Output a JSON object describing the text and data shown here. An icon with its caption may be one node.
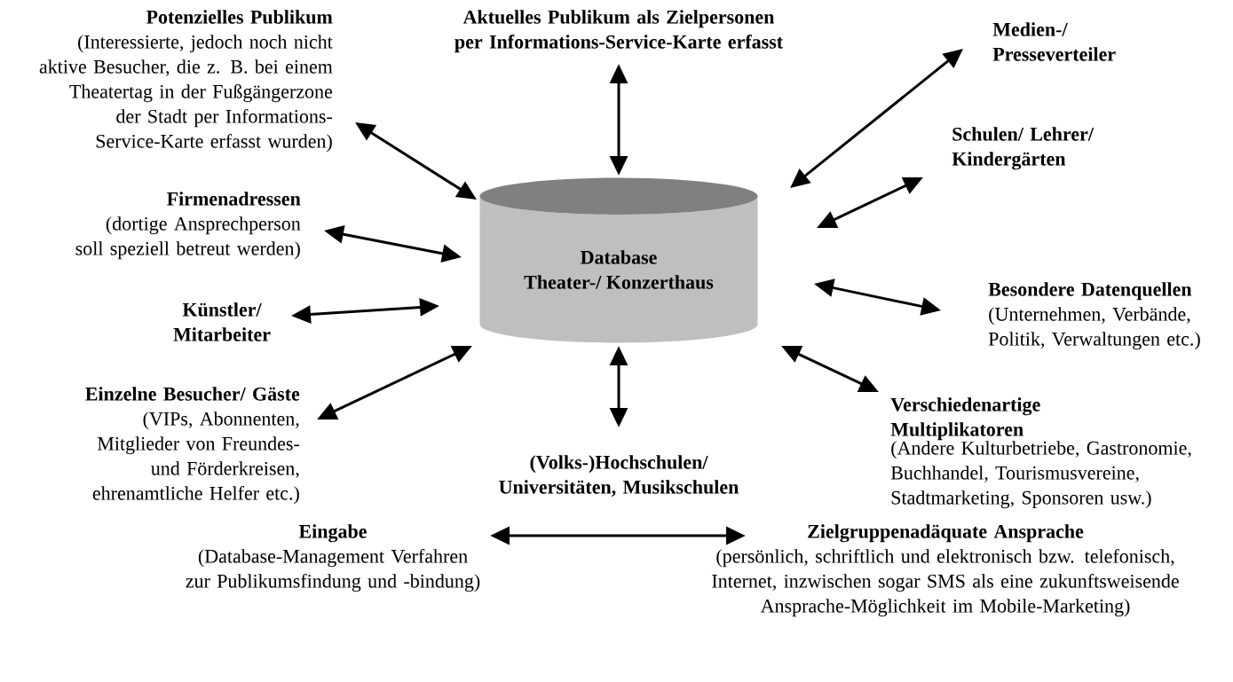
{
  "diagram": {
    "nodes": [
      {
        "text": [
          "Potenzielles Publikum",
          "(Interessierte, jedoch noch nicht aktive Besucher, die z. B. bei einem Theatertag in der Fußgängerzone der Stadt per Informations-Service-Karte erfasst wurden)"
        ]
      },
      {
        "text": [
          "Aktuelles Publikum als Zielpersonen per Informations-Service-Karte erfasst"
        ]
      },
      {
        "text": [
          "Medien-/ Presseverteiler"
        ]
      },
      {
        "text": [
          "Firmenadressen",
          "(dortige Ansprechperson soll speziell betreut werden)"
        ]
      },
      {
        "text": [
          "Database Theater-/ Konzerthaus"
        ]
      },
      {
        "text": [
          "Schulen/ Lehrer/ Kindergärten"
        ]
      },
      {
        "text": [
          "Künstler/ Mitarbeiter"
        ]
      },
      {
        "text": [
          "Besondere Datenquellen",
          "(Unternehmen, Verbände, Politik, Verwaltungen etc.)"
        ]
      },
      {
        "text": [
          "Einzelne Besucher/ Gäste",
          "(VIPs, Abonnenten, Mitglieder von Freundes- und Förderkreisen, ehrenamtliche Helfer etc.)"
        ]
      },
      {
        "text": [
          "Verschiedenartige Multiplikatoren",
          "(Andere Kulturbetriebe, Gastronomie, Buchhandel, Tourismusvereine, Stadtmarketing, Sponsoren usw.)"
        ]
      },
      {
        "text": [
          "(Volks-)Hochschulen/ Universitäten, Musikschulen"
        ]
      },
      {
        "text": [
          "Eingabe",
          "(Database-Management Verfahren zur Publikumsfindung und -bindung)"
        ]
      },
      {
        "text": [
          "Zielgruppenadäquate Ansprache",
          "(persönlich, schriftlich und elektronisch bzw. telefonisch, Internet, inzwischen sogar SMS als eine zukunftsweisende Ansprache-Möglichkeit im Mobile-Marketing)"
        ]
      }
    ],
    "edges": [
      {
        "from": 4,
        "to": 0,
        "arrow": "both"
      },
      {
        "from": 4,
        "to": 1,
        "arrow": "both"
      },
      {
        "from": 4,
        "to": 2,
        "arrow": "both"
      },
      {
        "from": 4,
        "to": 3,
        "arrow": "both"
      },
      {
        "from": 4,
        "to": 5,
        "arrow": "both"
      },
      {
        "from": 4,
        "to": 6,
        "arrow": "both"
      },
      {
        "from": 4,
        "to": 7,
        "arrow": "both"
      },
      {
        "from": 4,
        "to": 8,
        "arrow": "both"
      },
      {
        "from": 4,
        "to": 9,
        "arrow": "both"
      },
      {
        "from": 4,
        "to": 10,
        "arrow": "both"
      },
      {
        "from": 11,
        "to": 12,
        "arrow": "both"
      }
    ]
  }
}
